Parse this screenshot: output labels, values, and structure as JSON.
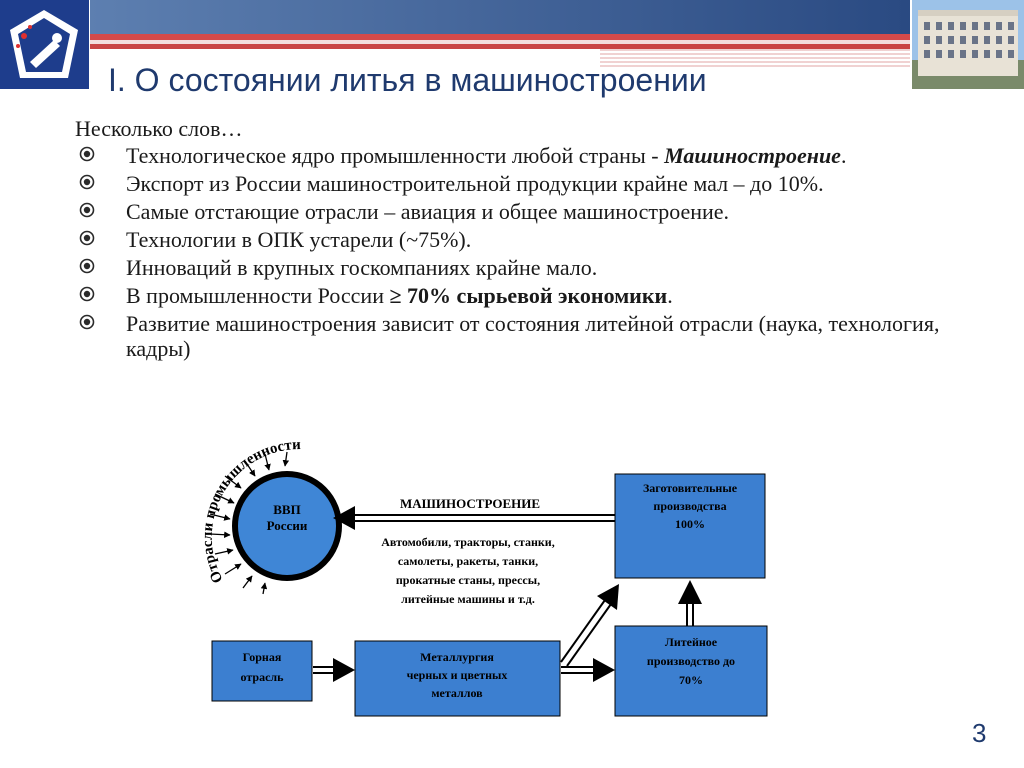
{
  "slide": {
    "title": "I. О состоянии литья в  машиностроении",
    "page_number": "3"
  },
  "body": {
    "intro": "Несколько слов…",
    "bullets": [
      {
        "parts": [
          {
            "text": "Технологическое ядро промышленности любой страны - "
          },
          {
            "text": "Машиностроение",
            "style": "bolditalic"
          },
          {
            "text": "."
          }
        ]
      },
      {
        "parts": [
          {
            "text": "Экспорт из России машиностроительной продукции крайне мал – до 10%."
          }
        ]
      },
      {
        "parts": [
          {
            "text": "Самые отстающие отрасли – авиация и общее машиностроение."
          }
        ]
      },
      {
        "parts": [
          {
            "text": "Технологии в ОПК устарели (~75%)."
          }
        ]
      },
      {
        "parts": [
          {
            "text": "Инноваций в крупных госкомпаниях крайне мало."
          }
        ]
      },
      {
        "parts": [
          {
            "text": "В промышленности России "
          },
          {
            "text": "≥ 70% сырьевой экономики",
            "style": "bold"
          },
          {
            "text": "."
          }
        ]
      },
      {
        "parts": [
          {
            "text": "Развитие машиностроения зависит от состояния литейной отрасли (наука, технология, кадры)"
          }
        ]
      }
    ]
  },
  "diagram": {
    "circle_label": [
      "ВВП",
      "России"
    ],
    "arc_label": "Отрасли промышленности",
    "arrow_label": "МАШИНОСТРОЕНИЕ",
    "products": [
      "Автомобили, тракторы, станки,",
      "самолеты, ракеты, танки,",
      "прокатные станы, прессы,",
      "литейные машины и т.д."
    ],
    "box_zagot": [
      "Заготовительные",
      "производства",
      "100%"
    ],
    "box_liteinoe": [
      "Литейное",
      "производство  до",
      "70%"
    ],
    "box_gornaya": [
      "Горная",
      "отрасль"
    ],
    "box_metall": [
      "Металлургия",
      "черных и цветных",
      "металлов"
    ]
  },
  "colors": {
    "title": "#1f3a6e",
    "box_fill": "#3c7fd0",
    "circle_fill": "#3f86d6",
    "header_red": "#d44a4a"
  }
}
